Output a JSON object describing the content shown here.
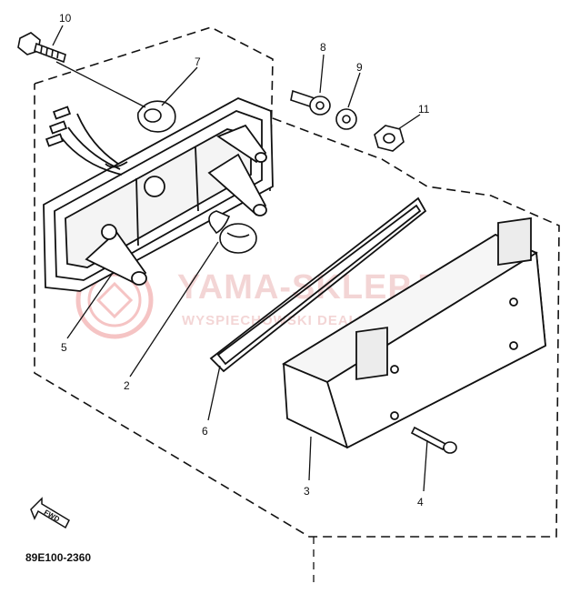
{
  "diagram": {
    "code": "89E100-2360",
    "fwd_label": "FWD",
    "watermark": {
      "line1": "YAMA-SKLEP.PL",
      "line2": "WYSPIECHOWSKI DEALER YAMAHA"
    },
    "callouts": [
      "10",
      "7",
      "8",
      "9",
      "11",
      "5",
      "2",
      "6",
      "3",
      "4"
    ]
  },
  "colors": {
    "ink": "#111111",
    "watermark": "#e9a8a8",
    "background": "#ffffff"
  }
}
